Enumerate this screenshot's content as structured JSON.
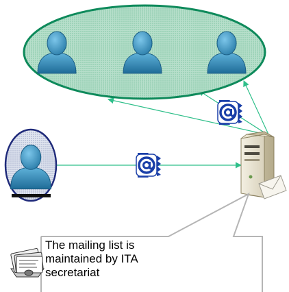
{
  "callout": {
    "lines": [
      "The mailing list is",
      "maintained by ITA",
      "secretariat"
    ]
  },
  "icons": {
    "recipient": "user-icon",
    "sender": "user-icon",
    "server": "server-icon",
    "email": "at-sign-email-icon",
    "rolodex": "rolodex-icon"
  },
  "colors": {
    "group_fill": "#b7dfcb",
    "group_border": "#0e8a5b",
    "sender_border": "#1f2a7a",
    "arrow": "#2fbf8a",
    "user_body": "#3a8bb8",
    "email_blue": "#1a3fa8"
  }
}
